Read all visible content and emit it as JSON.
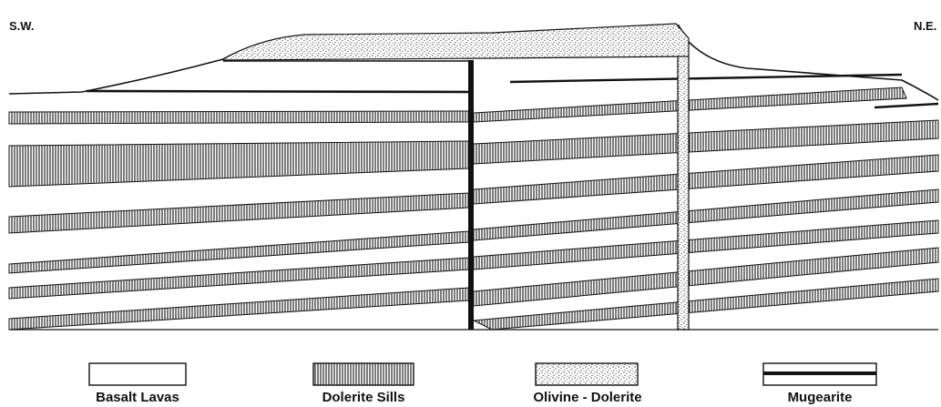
{
  "orientation": {
    "left": "S.W.",
    "right": "N.E."
  },
  "legend": [
    {
      "key": "basalt",
      "label": "Basalt Lavas"
    },
    {
      "key": "sills",
      "label": "Dolerite Sills"
    },
    {
      "key": "olivine",
      "label": "Olivine - Dolerite"
    },
    {
      "key": "mugearite",
      "label": "Mugearite"
    }
  ],
  "colors": {
    "ink": "#111111",
    "paper": "#ffffff",
    "stipple": "#555555"
  }
}
